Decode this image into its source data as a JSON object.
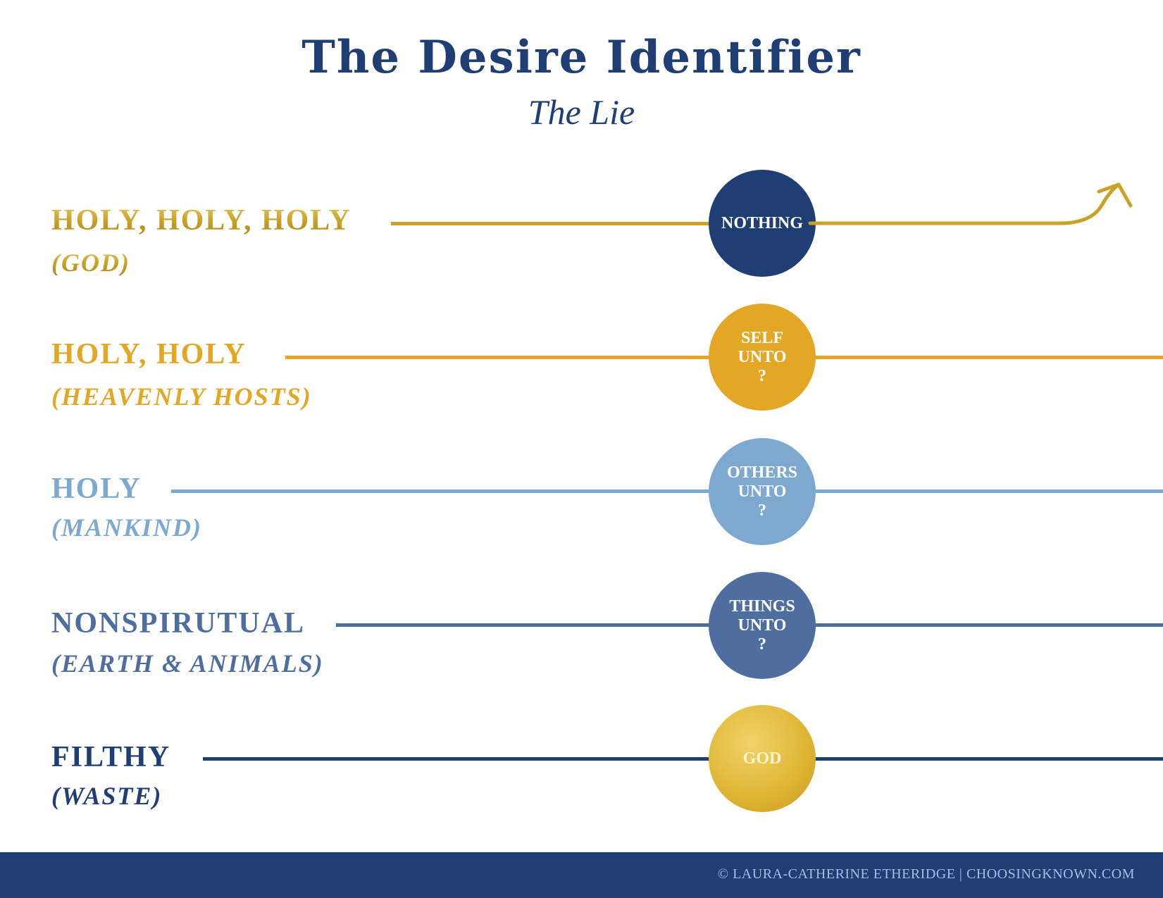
{
  "header": {
    "title": "The Desire Identifier",
    "subtitle": "The Lie"
  },
  "levels": [
    {
      "label": "HOLY, HOLY, HOLY",
      "sublabel": "(GOD)",
      "circle_text": "NOTHING",
      "color": "#c9a227",
      "circle_color": "#1f3f74",
      "circle_text_color": "#ffffff",
      "line_extends_with_arrow": true
    },
    {
      "label": "HOLY, HOLY",
      "sublabel": "(HEAVENLY HOSTS)",
      "circle_text": "SELF\nUNTO\n?",
      "color": "#e4a725",
      "circle_color": "#e4a725",
      "circle_text_color": "#ffffff",
      "line_extends_with_arrow": false
    },
    {
      "label": "HOLY",
      "sublabel": "(MANKIND)",
      "circle_text": "OTHERS\nUNTO\n?",
      "color": "#7da8cf",
      "circle_color": "#7da8cf",
      "circle_text_color": "#ffffff",
      "line_extends_with_arrow": false
    },
    {
      "label": "NONSPIRUTUAL",
      "sublabel": "(EARTH & ANIMALS)",
      "circle_text": "THINGS\nUNTO\n?",
      "color": "#4d6e9e",
      "circle_color": "#4d6e9e",
      "circle_text_color": "#ffffff",
      "line_extends_with_arrow": false
    },
    {
      "label": "FILTHY",
      "sublabel": "(WASTE)",
      "circle_text": "GOD",
      "color": "#1f3f74",
      "circle_color": "#e0b737",
      "circle_text_color": "#fff4d2",
      "line_extends_with_arrow": false
    }
  ],
  "footer": {
    "text": "© LAURA-CATHERINE ETHERIDGE | CHOOSINGKNOWN.COM",
    "background": "#1f3f74",
    "text_color": "#9ec0e6"
  }
}
